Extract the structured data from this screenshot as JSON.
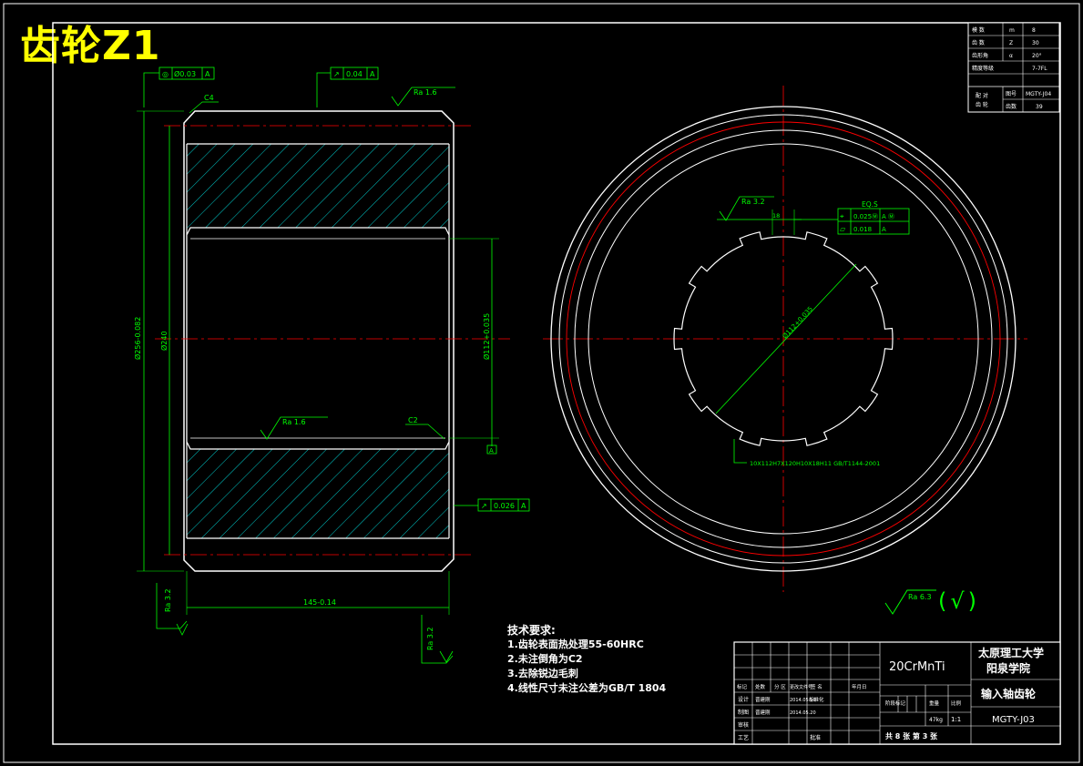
{
  "title": "齿轮Z1",
  "gear_params": {
    "rows": [
      {
        "label": "模 数",
        "sym": "m",
        "val": "8"
      },
      {
        "label": "齿 数",
        "sym": "Z",
        "val": "30"
      },
      {
        "label": "齿形角",
        "sym": "α",
        "val": "20°"
      },
      {
        "label": "精度等级",
        "sym": "",
        "val": "7-7FL"
      }
    ],
    "mate_label": "配 对\n齿 轮",
    "mate_rows": [
      {
        "sym": "图号",
        "val": "MGTY-J04"
      },
      {
        "sym": "齿数",
        "val": "39"
      }
    ]
  },
  "front_view": {
    "geo_tol_top_left": {
      "sym": "◎",
      "val": "Ø0.03",
      "datum": "A"
    },
    "geo_tol_top": {
      "sym": "↗",
      "val": "0.04",
      "datum": "A"
    },
    "geo_tol_right": {
      "sym": "↗",
      "val": "0.026",
      "datum": "A"
    },
    "chamfer_top": "C4",
    "chamfer_bottom": "C2",
    "ra_top": "Ra 1.6",
    "ra_inner": "Ra 1.6",
    "ra_left": "Ra 3.2",
    "ra_bottom": "Ra 3.2",
    "dim_outer": "Ø256-0.082",
    "dim_root": "Ø240",
    "dim_bore": "Ø112+0.035",
    "dim_width": "145-0.14",
    "datum": "A"
  },
  "side_view": {
    "ra": "Ra 3.2",
    "eq": "EQ.S",
    "pos_tol": {
      "sym": "⌖",
      "val": "0.025Ⓜ",
      "datum": "A Ⓜ"
    },
    "flat_tol": {
      "sym": "⏥",
      "val": "0.018",
      "datum": "A"
    },
    "slot_dim": "18",
    "dim_dia": "Ø112+0.035",
    "spline_note": "10X112H7X120H10X18H11 GB/T1144-2001"
  },
  "surface_finish": {
    "ra": "Ra 6.3",
    "mark": "(√)"
  },
  "tech_req": {
    "heading": "技术要求:",
    "items": [
      "1.齿轮表面热处理55-60HRC",
      "2.未注倒角为C2",
      "3.去除锐边毛刺",
      "4.线性尺寸未注公差为GB/T 1804"
    ]
  },
  "title_block": {
    "material": "20CrMnTi",
    "school": "太原理工大学\n阳泉学院",
    "part_name": "输入轴齿轮",
    "drawing_no": "MGTY-J03",
    "headers": [
      "标记",
      "处数",
      "分 区",
      "更改文件号",
      "签 名",
      "年月日"
    ],
    "rows": [
      {
        "role": "设计",
        "name": "晋建刚",
        "date": "2014.05.18",
        "std": "标准化"
      },
      {
        "role": "制图",
        "name": "晋建刚",
        "date": "2014.05.20"
      },
      {
        "role": "审核"
      },
      {
        "role": "工艺",
        "approve": "批准"
      }
    ],
    "stage_label": "阶段标记",
    "weight_label": "重量",
    "scale_label": "比例",
    "weight": "47kg",
    "scale": "1:1",
    "sheets": "共 8 张  第 3 张"
  },
  "colors": {
    "outline": "#ffffff",
    "dimension": "#00ff00",
    "centerline": "#ff0000",
    "hatch": "#00ffff",
    "title": "#ffff00"
  }
}
